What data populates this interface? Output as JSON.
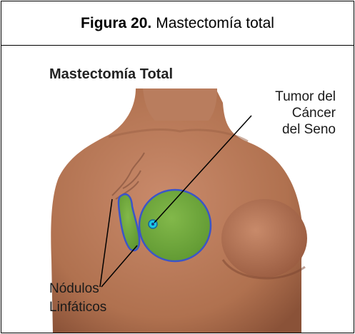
{
  "caption": {
    "number": "Figura 20.",
    "text": "Mastectomía total"
  },
  "diagram": {
    "title": "Mastectomía Total",
    "tumor_label": [
      "Tumor del",
      "Cáncer",
      "del Seno"
    ],
    "nodes_label": [
      "Nódulos",
      "Linfáticos"
    ]
  },
  "colors": {
    "skin": "#b77a5c",
    "skin_shadow": "#8a5238",
    "tissue": "#6fa53a",
    "outline": "#3b55c8",
    "tumor": "#19c7e6"
  }
}
